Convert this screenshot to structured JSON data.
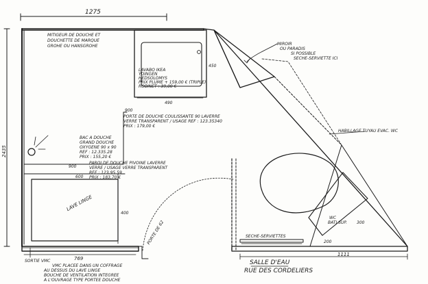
{
  "dimensions": {
    "top_width": "1275",
    "left_height": "2435",
    "sink_height": "450",
    "sink_width": "490",
    "shower_depth": "900",
    "shower_width": "900",
    "washer_width": "600",
    "washer_height": "400",
    "bottom_left": "769",
    "bottom_right": "1111",
    "wc_width": "200",
    "wc_depth": "300"
  },
  "labels": {
    "shower_mixer": [
      "MITIGEUR DE DOUCHE ET",
      "DOUCHETTE DE MARQUE",
      "GROHE OU HANSGROHE"
    ],
    "sink": [
      "LAVABO IKEA",
      "YDINGEN",
      "HEDSOLOMYS",
      "PRIX PLUME + 159,00 € (TRIPLE)",
      "ROBINET : 39,00 €"
    ],
    "shower_wall": [
      "PORTE DE DOUCHE COULISSANTE 90 LAVERRE",
      "VERRE TRANSPARENT / USAGE REF : 123.35340",
      "PRIX : 179,00 €"
    ],
    "shower_tray": [
      "BAC A DOUCHE",
      "GRAND DOUCHE",
      "OXYGENE 90 x 90",
      "REF : 12.335.28",
      "PRIX : 155,20 €"
    ],
    "shower_panel": [
      "PAROI DE DOUCHE PIVOINE LAVERRE",
      "VERRE / USAGE VERRE TRANSPARENT",
      "REF : 123.95 59",
      "PRIX : 183,70 €"
    ],
    "washer": "LAVE LINGE",
    "door": "PORTE DE 62",
    "mirror_note": [
      "MIROIR",
      "OU PARADIS",
      "SI POSSIBLE",
      "SECHE-SERVIETTE ICI"
    ],
    "pipe_box": "HABILLAGE TUYAU EVAC. WC",
    "wc": [
      "WC",
      "BATI SUP."
    ],
    "towel_dryer": "SECHE-SERVIETTES",
    "room": "SALLE D'EAU",
    "street": "RUE DES CORDELIERS",
    "exit": "SORTIE VMC",
    "vmc_note": [
      "VMC PLACEE DANS UN COFFRAGE",
      "AU DESSUS DU LAVE LINGE",
      "BOUCHE DE VENTILATION INTEGREE",
      "A L'OUVRAGE TYPE PORTEE DOUCHE"
    ]
  }
}
